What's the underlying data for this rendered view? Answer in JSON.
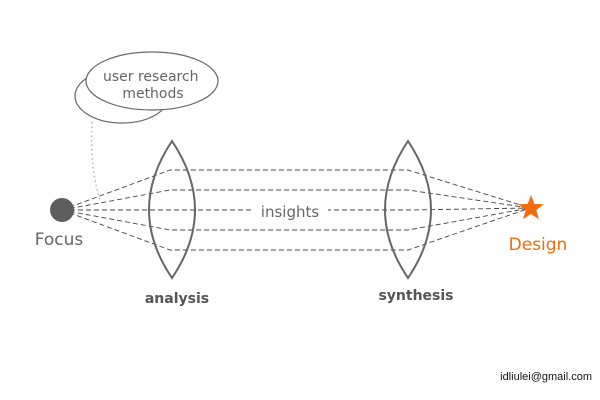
{
  "diagram": {
    "bubble_text": [
      "user research",
      "methods"
    ],
    "focus_label": "Focus",
    "insights_label": "insights",
    "analysis_label": "analysis",
    "synthesis_label": "synthesis",
    "design_label": "Design",
    "credit": "idliulei@gmail.com"
  },
  "colors": {
    "text": "#666666",
    "bold_text": "#555555",
    "stroke": "#666666",
    "dash": "#444444",
    "accent": "#f26c0d",
    "dot": "#5e5e5e"
  },
  "icons": {
    "focus": "filled-circle",
    "design": "star-icon"
  }
}
